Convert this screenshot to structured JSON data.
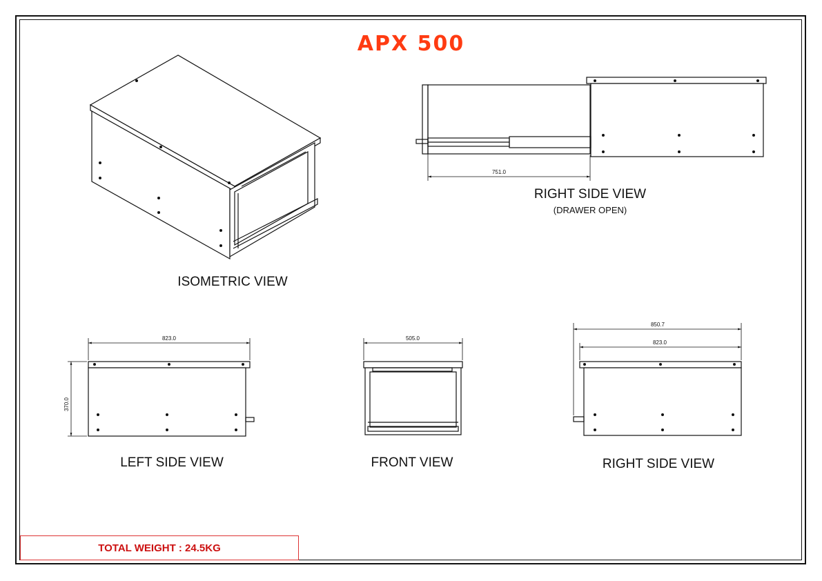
{
  "title": "APX 500",
  "colors": {
    "title": "#ff3b12",
    "weight_text": "#cc1111",
    "weight_border": "#dd3333",
    "line": "#111111"
  },
  "views": {
    "isometric": {
      "label": "ISOMETRIC VIEW"
    },
    "right_open": {
      "label": "RIGHT SIDE VIEW",
      "sublabel": "(DRAWER OPEN)",
      "dimension": "751.0"
    },
    "left": {
      "label": "LEFT SIDE VIEW",
      "width": "823.0",
      "height": "370.0"
    },
    "front": {
      "label": "FRONT VIEW",
      "width": "505.0"
    },
    "right": {
      "label": "RIGHT SIDE VIEW",
      "overall": "850.7",
      "width": "823.0"
    }
  },
  "weight": {
    "text": "TOTAL WEIGHT : 24.5KG"
  }
}
